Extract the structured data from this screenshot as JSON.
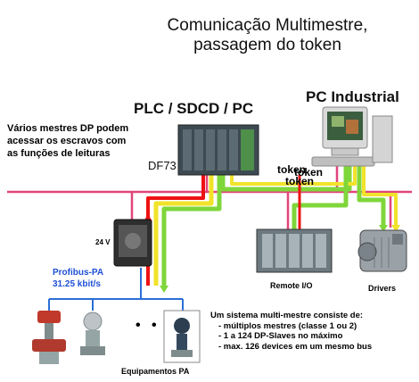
{
  "title": [
    "Comunicação Multimestre,",
    "passagem do token"
  ],
  "plc_label": "PLC / SDCD / PC",
  "pc_label": "PC Industrial",
  "description": [
    "Vários mestres DP podem",
    "acessar os escravos com",
    "as funções de leituras"
  ],
  "df73": "DF73",
  "voltage": "24 V",
  "profibus": [
    "Profibus-PA",
    "31.25 kbit/s"
  ],
  "remote_io": "Remote I/O",
  "drivers": "Drivers",
  "equipment": "Equipamentos PA",
  "token": "token",
  "dots": "• •",
  "multi_master": {
    "heading": "Um sistema multi-mestre consiste de:",
    "items": [
      "- múltiplos mestres (classe 1 ou 2)",
      "- 1 a 124 DP-Slaves no máximo",
      "- max. 126 devices em um mesmo bus"
    ]
  },
  "colors": {
    "bus": "#e0457b",
    "profibus_pa": "#2a6fd6",
    "token_red": "#e11",
    "token_yellow": "#f1e32a",
    "token_green": "#7fd63a"
  }
}
